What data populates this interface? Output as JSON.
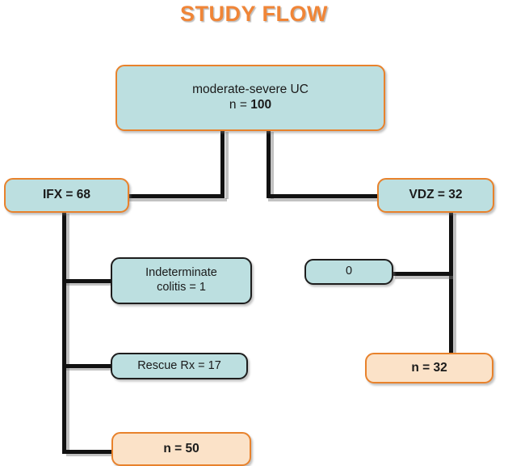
{
  "title": "STUDY FLOW",
  "colors": {
    "title_orange": "#f08537",
    "border_orange": "#e8822c",
    "border_dark": "#1e1e1e",
    "fill_cyan": "#bcdfe0",
    "fill_peach": "#fbe2c8",
    "line_black": "#111111",
    "background": "#ffffff"
  },
  "flow": {
    "root": {
      "line1": "moderate-severe UC",
      "line2_prefix": "n = ",
      "line2_value": "100"
    },
    "arm_ifx": {
      "label": "IFX = 68"
    },
    "arm_vdz": {
      "label": "VDZ = 32"
    },
    "ifx_branches": [
      {
        "line1": "Indeterminate",
        "line2": "colitis = 1"
      },
      {
        "line1": "Rescue Rx = 17",
        "line2": ""
      }
    ],
    "ifx_outcome": {
      "label": "n = 50"
    },
    "vdz_branches": [
      {
        "line1": "0",
        "line2": ""
      }
    ],
    "vdz_outcome": {
      "label": "n = 32"
    }
  }
}
